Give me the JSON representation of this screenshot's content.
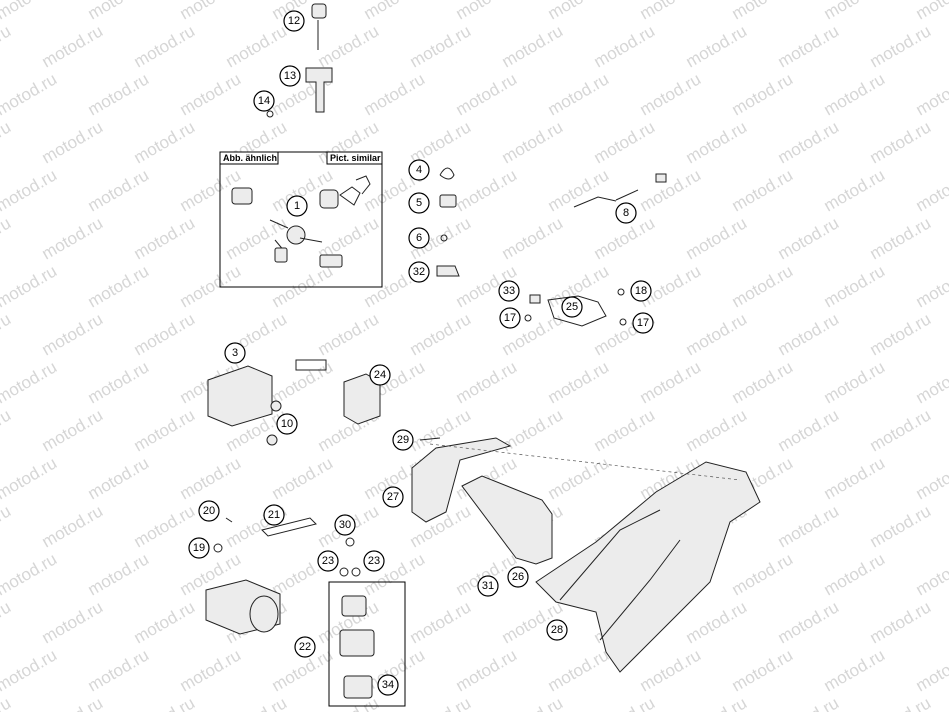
{
  "watermark": "motod.ru",
  "similar_box": {
    "label_de": "Abb. ähnlich",
    "label_en": "Pict. similar"
  },
  "callouts": [
    "1",
    "3",
    "4",
    "5",
    "6",
    "8",
    "10",
    "12",
    "13",
    "14",
    "17",
    "17",
    "18",
    "19",
    "20",
    "21",
    "22",
    "23",
    "23",
    "24",
    "25",
    "26",
    "27",
    "28",
    "29",
    "30",
    "31",
    "32",
    "33",
    "34"
  ]
}
